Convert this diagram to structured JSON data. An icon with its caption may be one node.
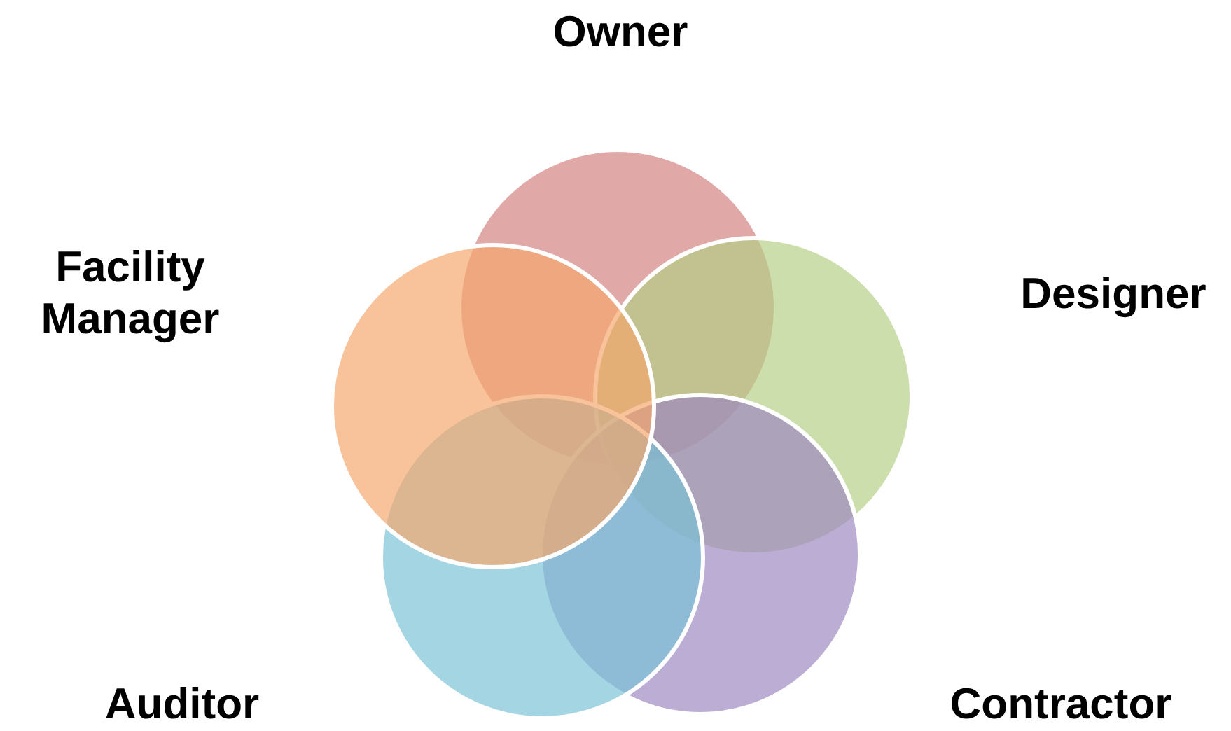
{
  "diagram": {
    "nodes": [
      {
        "text": [
          "Owner"
        ]
      },
      {
        "text": [
          "Designer"
        ]
      },
      {
        "text": [
          "Contractor"
        ]
      },
      {
        "text": [
          "Auditor"
        ]
      },
      {
        "text": [
          "Facility Manager"
        ]
      }
    ]
  }
}
